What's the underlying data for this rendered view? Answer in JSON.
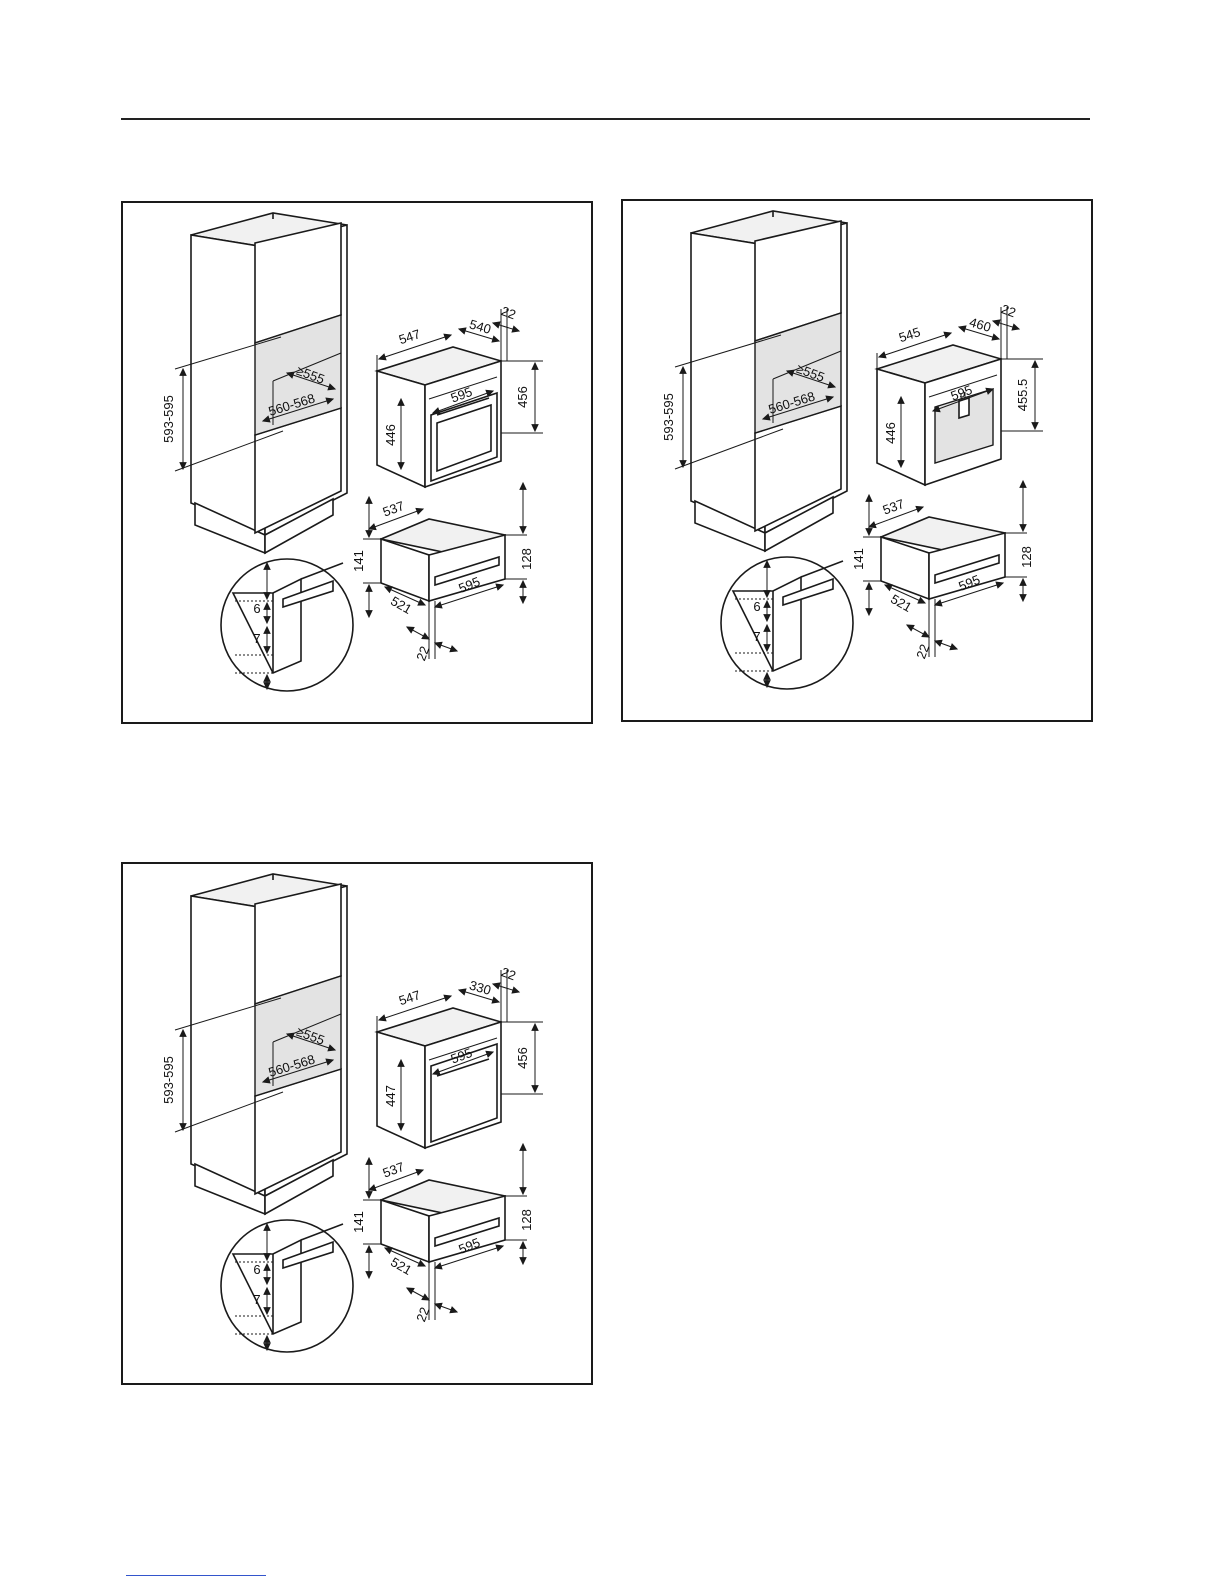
{
  "panels": [
    {
      "cabinet": {
        "niche_height": "593-595",
        "niche_depth": "≥555",
        "niche_width": "560-568"
      },
      "appliance": {
        "depth": "547",
        "depth_inner": "540",
        "front_overhang": "22",
        "width": "595",
        "height_outer": "456",
        "height_front": "446",
        "variant": "oven"
      },
      "drawer": {
        "depth": "537",
        "height_outer": "141",
        "height_front": "128",
        "width": "595",
        "depth_inner": "521",
        "front_overhang": "22"
      },
      "detail": {
        "gap_top": "6",
        "gap_bottom": "7"
      }
    },
    {
      "cabinet": {
        "niche_height": "593-595",
        "niche_depth": "≥555",
        "niche_width": "560-568"
      },
      "appliance": {
        "depth": "545",
        "depth_inner": "460",
        "front_overhang": "22",
        "width": "595",
        "height_outer": "455.5",
        "height_front": "446",
        "variant": "coffee"
      },
      "drawer": {
        "depth": "537",
        "height_outer": "141",
        "height_front": "128",
        "width": "595",
        "depth_inner": "521",
        "front_overhang": "22"
      },
      "detail": {
        "gap_top": "6",
        "gap_bottom": "7"
      }
    },
    {
      "cabinet": {
        "niche_height": "593-595",
        "niche_depth": "≥555",
        "niche_width": "560-568"
      },
      "appliance": {
        "depth": "547",
        "depth_inner": "330",
        "front_overhang": "22",
        "width": "595",
        "height_outer": "456",
        "height_front": "447",
        "variant": "microwave"
      },
      "drawer": {
        "depth": "537",
        "height_outer": "141",
        "height_front": "128",
        "width": "595",
        "depth_inner": "521",
        "front_overhang": "22"
      },
      "detail": {
        "gap_top": "6",
        "gap_bottom": "7"
      }
    }
  ]
}
